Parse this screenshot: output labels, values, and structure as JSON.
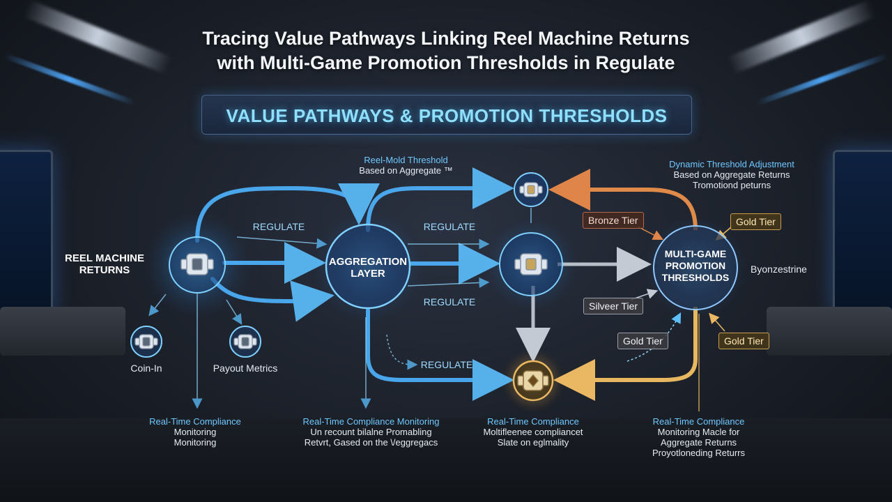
{
  "title_line1": "Tracing Value Pathways Linking Reel Machine Returns",
  "title_line2": "with Multi-Game Promotion Thresholds in Regulate",
  "banner": "VALUE PATHWAYS & PROMOTION THRESHOLDS",
  "nodes": {
    "reel_line1": "REEL MACHINE",
    "reel_line2": "RETURNS",
    "agg_line1": "AGGREGATION",
    "agg_line2": "LAYER",
    "promo_line1": "MULTI-GAME",
    "promo_line2": "PROMOTION",
    "promo_line3": "THRESHOLDS",
    "coin_in": "Coin-In",
    "payout": "Payout Metrics"
  },
  "edge_labels": {
    "regulate": "REGULATE"
  },
  "annotations": {
    "reel_hold_title": "Reel-Mold Threshold",
    "reel_hold_sub": "Based on Aggregate ™",
    "dyn_title": "Dynamic Threshold Adjustment",
    "dyn_sub1": "Based on Aggregate Returns",
    "dyn_sub2": "Tromotiond peturns",
    "byonz": "Byonzestrine"
  },
  "tiers": {
    "bronze": "Bronze Tier",
    "gold": "Gold Tier",
    "silver": "Silveer Tier"
  },
  "compliance": [
    {
      "title": "Real-Time Compliance",
      "line1": "Monitoring",
      "line2": "Monitoring"
    },
    {
      "title": "Real-Time Compliance Monitoring",
      "line1": "Un recount bilalne Promabling",
      "line2": "Retvrt, Gased on the \\/eggregacs"
    },
    {
      "title": "Real-Time Compliance",
      "line1": "Moltifleenee compliancet",
      "line2": "Slate on eglmality"
    },
    {
      "title": "Real-Time Compliance",
      "line1": "Monitoring Macle for",
      "line2": "Aggregate Returns",
      "line3": "Proyotloneding Returrs"
    }
  ],
  "colors": {
    "blue_flow": "#4fb4ff",
    "orange_flow": "#e08a4a",
    "gold_flow": "#e8b860",
    "grey_flow": "#b8bec8"
  }
}
